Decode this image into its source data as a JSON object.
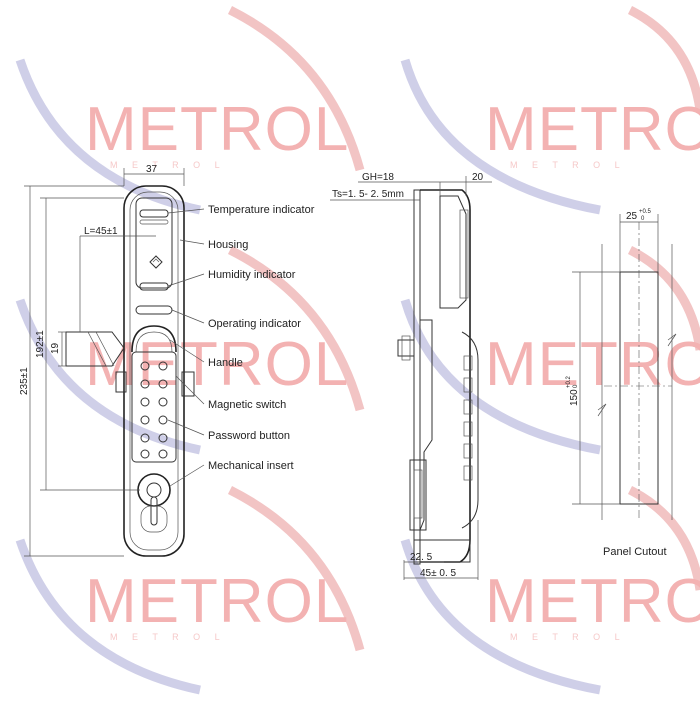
{
  "watermark": {
    "brand": "METROL",
    "tagline": "M E T R O L"
  },
  "callouts": [
    "Temperature indicator",
    "Housing",
    "Humidity indicator",
    "Operating indicator",
    "Handle",
    "Magnetic switch",
    "Password button",
    "Mechanical insert"
  ],
  "front_view": {
    "width": "37",
    "l_dim": "L=45±1",
    "height_total": "235±1",
    "height_inner": "192±1",
    "tongue": "19"
  },
  "side_view": {
    "gh": "GH=18",
    "ts": "Ts=1. 5- 2. 5mm",
    "top": "20",
    "depth_a": "22. 5",
    "depth_b": "45± 0. 5"
  },
  "cutout": {
    "title": "Panel Cutout",
    "width": "25",
    "width_tol_up": "+0.5",
    "width_tol_dn": "0",
    "height": "150",
    "height_tol_up": "+0.2",
    "height_tol_dn": "0"
  },
  "colors": {
    "watermark_red": "#f3b2b2",
    "watermark_blue": "#c9c9e6",
    "line": "#222222"
  }
}
